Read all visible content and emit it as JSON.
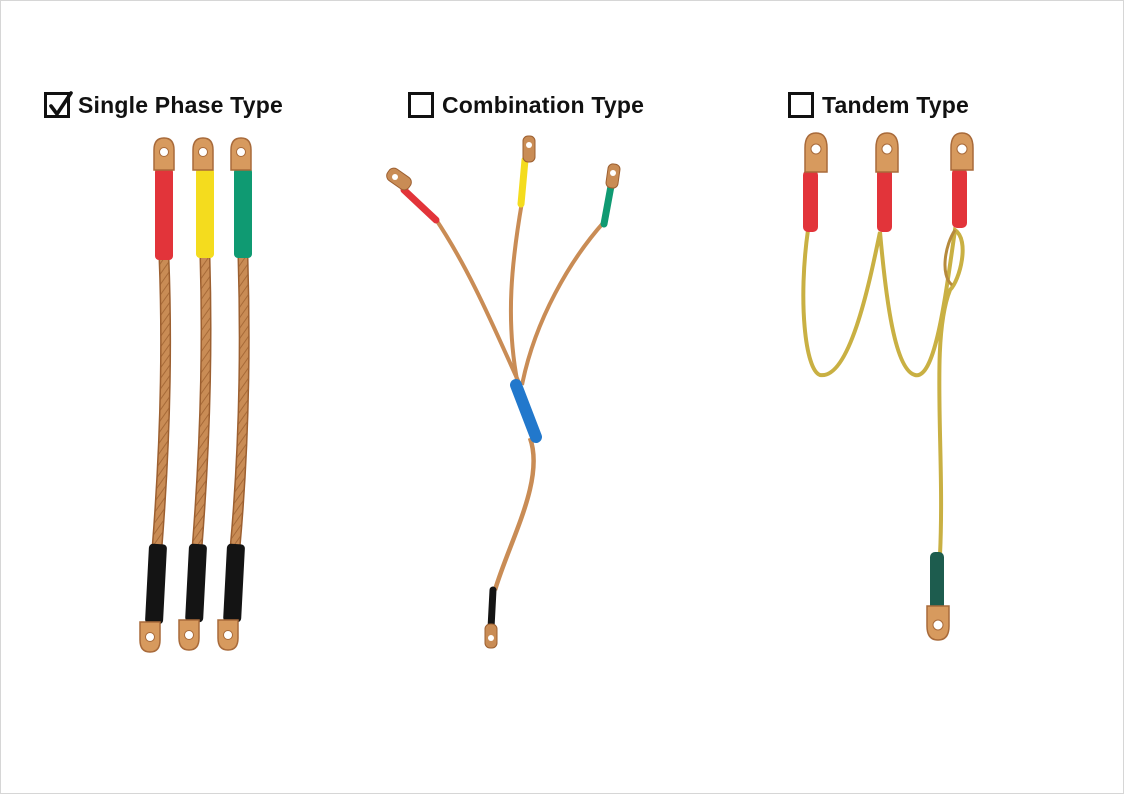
{
  "options": [
    {
      "label": "Single Phase Type",
      "checked": true,
      "icon": "checkbox-checked-icon"
    },
    {
      "label": "Combination Type",
      "checked": false,
      "icon": "checkbox-empty-icon"
    },
    {
      "label": "Tandem Type",
      "checked": false,
      "icon": "checkbox-empty-icon"
    }
  ],
  "colors": {
    "copper": "#c98c55",
    "copper_dark": "#9c5f30",
    "lug": "#d79a5e",
    "red": "#e2343a",
    "yellow": "#f4dc1e",
    "green": "#0f9a72",
    "blue": "#2278cc",
    "black": "#141414",
    "tandem_wire": "#c9b043",
    "tandem_sleeve": "#1d5c4e"
  }
}
